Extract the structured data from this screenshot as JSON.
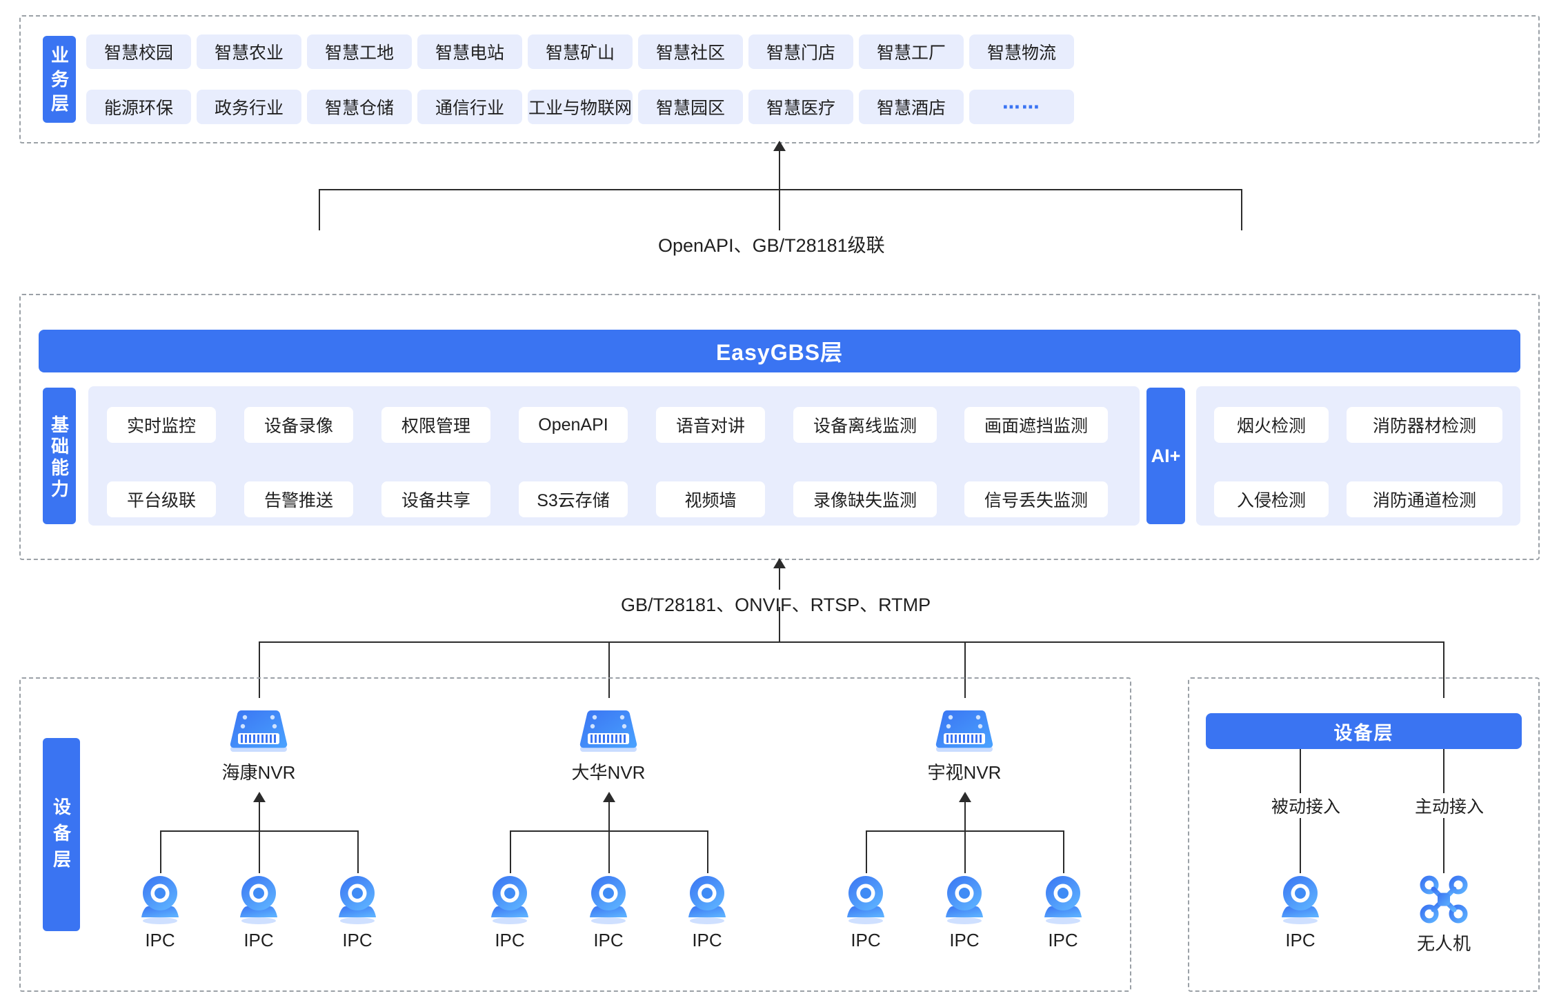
{
  "business_layer": {
    "side_label": "业务层",
    "row1": [
      "智慧校园",
      "智慧农业",
      "智慧工地",
      "智慧电站",
      "智慧矿山",
      "智慧社区",
      "智慧门店",
      "智慧工厂",
      "智慧物流"
    ],
    "row2": [
      "能源环保",
      "政务行业",
      "智慧仓储",
      "通信行业",
      "工业与物联网",
      "智慧园区",
      "智慧医疗",
      "智慧酒店",
      "⋯⋯"
    ]
  },
  "connector_top": "OpenAPI、GB/T28181级联",
  "platform_layer": {
    "title": "EasyGBS层",
    "side_label": "基础能力",
    "capabilities_row1": [
      "实时监控",
      "设备录像",
      "权限管理",
      "OpenAPI",
      "语音对讲",
      "设备离线监测",
      "画面遮挡监测"
    ],
    "capabilities_row2": [
      "平台级联",
      "告警推送",
      "设备共享",
      "S3云存储",
      "视频墙",
      "录像缺失监测",
      "信号丢失监测"
    ],
    "ai": {
      "tab_label": "AI+",
      "row1": [
        "烟火检测",
        "消防器材检测"
      ],
      "row2": [
        "入侵检测",
        "消防通道检测"
      ]
    }
  },
  "connector_bottom": "GB/T28181、ONVIF、RTSP、RTMP",
  "device_layer_left": {
    "side_label": "设备层",
    "nvrs": [
      {
        "label": "海康NVR",
        "cameras": [
          "IPC",
          "IPC",
          "IPC"
        ]
      },
      {
        "label": "大华NVR",
        "cameras": [
          "IPC",
          "IPC",
          "IPC"
        ]
      },
      {
        "label": "宇视NVR",
        "cameras": [
          "IPC",
          "IPC",
          "IPC"
        ]
      }
    ]
  },
  "device_layer_right": {
    "title": "设备层",
    "branches": [
      {
        "mode": "被动接入",
        "device": "IPC",
        "icon": "ipc-camera-icon"
      },
      {
        "mode": "主动接入",
        "device": "无人机",
        "icon": "drone-icon"
      }
    ]
  },
  "colors": {
    "accent": "#3a74f2",
    "chip_bg": "#e8edfd",
    "line": "#2b2b2b",
    "dashed_border": "#9aa0a6"
  }
}
